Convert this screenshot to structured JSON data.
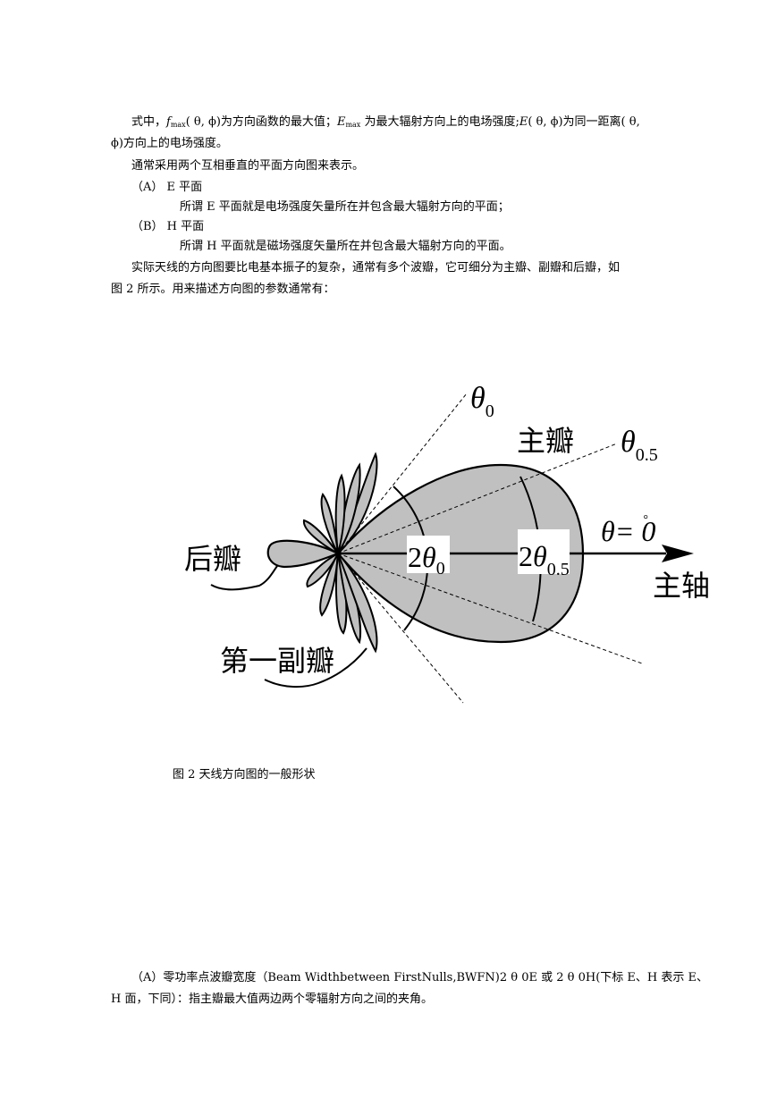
{
  "paragraphs": {
    "p1_a": "式中，",
    "p1_f": "f",
    "p1_fsub": "max",
    "p1_b": "( θ, ϕ)为方向函数的最大值；",
    "p1_E": "E",
    "p1_Esub": "max",
    "p1_c": " 为最大辐射方向上的电场强度;",
    "p1_E2": "E",
    "p1_d": "( θ, ϕ)为同一距离( θ,",
    "p1_line2": "ϕ)方向上的电场强度。",
    "p2": "通常采用两个互相垂直的平面方向图来表示。",
    "a_label": "（A） E 平面",
    "a_desc": "所谓 E 平面就是电场强度矢量所在并包含最大辐射方向的平面；",
    "b_label": "（B） H 平面",
    "b_desc": "所谓 H 平面就是磁场强度矢量所在并包含最大辐射方向的平面。",
    "p3_line1": "实际天线的方向图要比电基本振子的复杂，通常有多个波瓣，它可细分为主瓣、副瓣和后瓣，如",
    "p3_line2": "图 2 所示。用来描述方向图的参数通常有："
  },
  "figure": {
    "caption": "图 2  天线方向图的一般形状",
    "labels": {
      "theta0_sym": "θ",
      "theta0_sub": "0",
      "main_lobe": "主瓣",
      "theta05_sym": "θ",
      "theta05_sub": "0.5",
      "theta_eq": "θ= 0",
      "theta_eq_deg": "°",
      "back_lobe": "后瓣",
      "two_theta0_num": "2",
      "two_theta0_sym": "θ",
      "two_theta0_sub": "0",
      "two_theta05_num": "2",
      "two_theta05_sym": "θ",
      "two_theta05_sub": "0.5",
      "main_axis": "主轴",
      "first_side_lobe": "第一副瓣"
    }
  },
  "bottom": {
    "line1": "（A）零功率点波瓣宽度（Beam Widthbetween FirstNulls,BWFN)2 θ 0E 或 2 θ 0H(下标 E、H 表示 E、",
    "line2": "H 面，下同）：指主瓣最大值两边两个零辐射方向之间的夹角。"
  }
}
